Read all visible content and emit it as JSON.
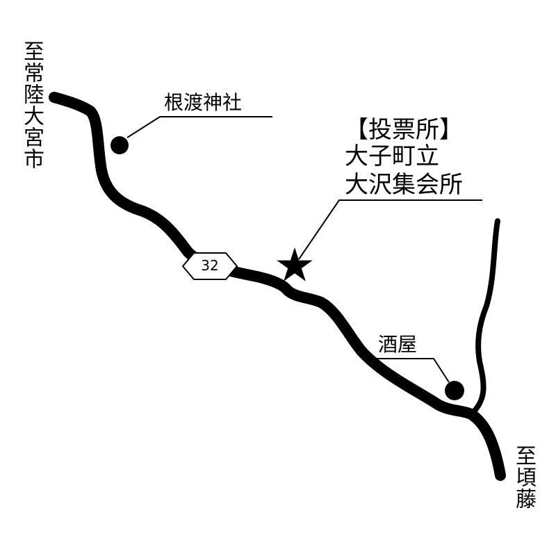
{
  "map": {
    "directions": {
      "northwest": "至常陸大宮市",
      "southeast": "至頃藤"
    },
    "route_number": "32",
    "landmarks": {
      "shrine": "根渡神社",
      "liquor_store": "酒屋"
    },
    "polling_place": {
      "header": "【投票所】",
      "line1": "大子町立",
      "line2": "大沢集会所"
    }
  }
}
